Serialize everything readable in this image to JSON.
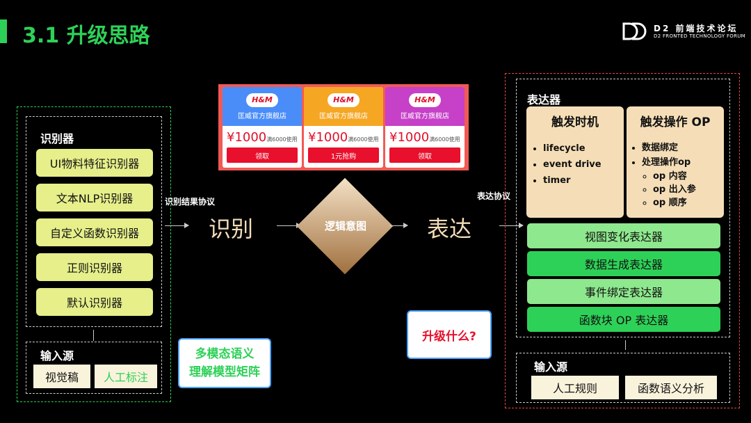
{
  "title": "3.1 升级思路",
  "logo": {
    "cn": "D2 前端技术论坛",
    "en": "D2 FRONTED TECHNOLOGY FORUM"
  },
  "recognizer": {
    "label": "识别器",
    "items": [
      "UI物料特征识别器",
      "文本NLP识别器",
      "自定义函数识别器",
      "正则识别器",
      "默认识别器"
    ]
  },
  "left_input": {
    "label": "输入源",
    "items": [
      "视觉稿",
      "人工标注"
    ]
  },
  "left_bubble": "多模态语义\n理解模型矩阵",
  "flow": {
    "protocol1": "识别结果协议",
    "recognize": "识别",
    "logic": "逻辑意图",
    "express": "表达",
    "protocol2": "表达协议"
  },
  "coupons": [
    {
      "brand": "H&M",
      "shop": "匡威官方旗舰店",
      "price": "¥1000",
      "cond": "满6000使用",
      "button": "领取",
      "color": "#4a8df8"
    },
    {
      "brand": "H&M",
      "shop": "匡威官方旗舰店",
      "price": "¥1000",
      "cond": "满6000使用",
      "button": "1元抢购",
      "color": "#f5a623"
    },
    {
      "brand": "H&M",
      "shop": "匡威官方旗舰店",
      "price": "¥1000",
      "cond": "满6000使用",
      "button": "领取",
      "color": "#c640c8"
    }
  ],
  "expresser": {
    "label": "表达器",
    "timing": {
      "title": "触发时机",
      "items": [
        "lifecycle",
        "event drive",
        "timer"
      ]
    },
    "ops": {
      "title": "触发操作 OP",
      "items": [
        "数据绑定",
        "处理操作op"
      ],
      "sub": [
        "op 内容",
        "op 出入参",
        "op 顺序"
      ]
    },
    "bars": [
      "视图变化表达器",
      "数据生成表达器",
      "事件绑定表达器",
      "函数块 OP 表达器"
    ]
  },
  "right_input": {
    "label": "输入源",
    "items": [
      "人工规则",
      "函数语义分析"
    ]
  },
  "right_bubble": "升级什么?"
}
